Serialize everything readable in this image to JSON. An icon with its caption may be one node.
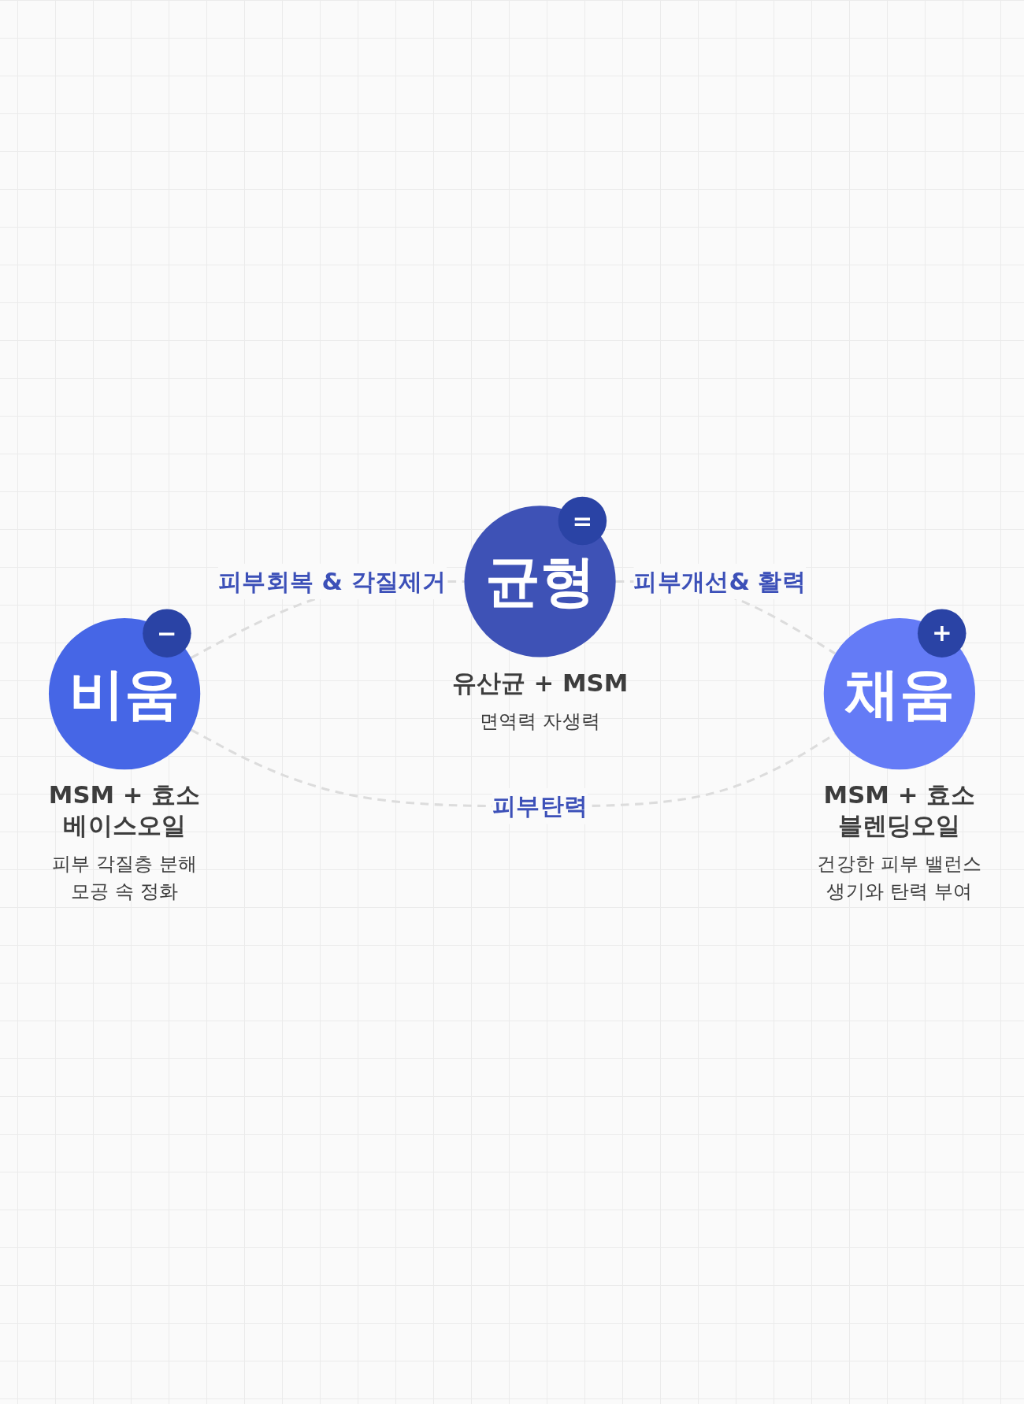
{
  "diagram": {
    "nodes": [
      {
        "text": [
          "균형"
        ],
        "beside": [
          "유산균 + MSM",
          "면역력 자생력"
        ]
      },
      {
        "text": [
          "="
        ]
      },
      {
        "text": [
          "비움"
        ],
        "beside": [
          "MSM + 효소 베이스오일",
          "피부 각질층 분해 모공 속 정화"
        ]
      },
      {
        "text": [
          "−"
        ]
      },
      {
        "text": [
          "채움"
        ],
        "beside": [
          "MSM + 효소 블렌딩오일",
          "건강한 피부 밸런스 생기와 탄력 부여"
        ]
      },
      {
        "text": [
          "+"
        ]
      }
    ],
    "edges": [
      {
        "from": 2,
        "to": 0,
        "arrow": "none",
        "label": "피부회복 & 각질제거",
        "style": "dashed"
      },
      {
        "from": 0,
        "to": 4,
        "arrow": "none",
        "label": "피부개선& 활력",
        "style": "dashed"
      },
      {
        "from": 2,
        "to": 4,
        "arrow": "none",
        "label": "피부탄력",
        "style": "dashed"
      }
    ]
  }
}
